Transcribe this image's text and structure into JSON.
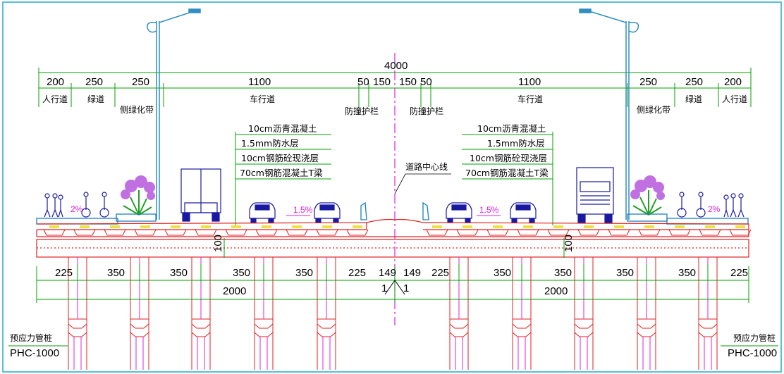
{
  "top_total": "4000",
  "widths": {
    "left_walk": "200",
    "left_bike": "250",
    "left_green": "250",
    "left_lane": "1100",
    "left_barrier": "50",
    "left_median": "150",
    "right_median": "150",
    "right_barrier": "50",
    "right_lane": "1100",
    "right_green": "250",
    "right_bike": "250",
    "right_walk": "200"
  },
  "zones": {
    "walk": "人行道",
    "bike": "绿道",
    "green": "侧绿化带",
    "lane": "车行道",
    "barrier": "防撞护栏"
  },
  "layers": [
    "10cm沥青混凝土",
    "1.5mm防水层",
    "10cm钢筋砼现浇层",
    "70cm钢筋混凝土T梁"
  ],
  "centerline_label": "道路中心线",
  "slopes": {
    "walk": "2%",
    "lane": "1.5%"
  },
  "bent_height": "100",
  "pile_spacing": {
    "left": [
      "225",
      "350",
      "350",
      "350",
      "350",
      "225",
      "149"
    ],
    "right": [
      "149",
      "225",
      "350",
      "350",
      "350",
      "350",
      "225"
    ]
  },
  "half_total": "2000",
  "slope_ratio": {
    "run": "1",
    "rise": "1"
  },
  "pile_label": {
    "name": "预应力管桩",
    "code": "PHC-1000"
  },
  "colors": {
    "dim": "#00a000",
    "structure": "#e02020",
    "center": "#e020e0",
    "pole": "#2f8fc0",
    "vehicle": "#1a1aa0",
    "frame": "#22aacc"
  }
}
